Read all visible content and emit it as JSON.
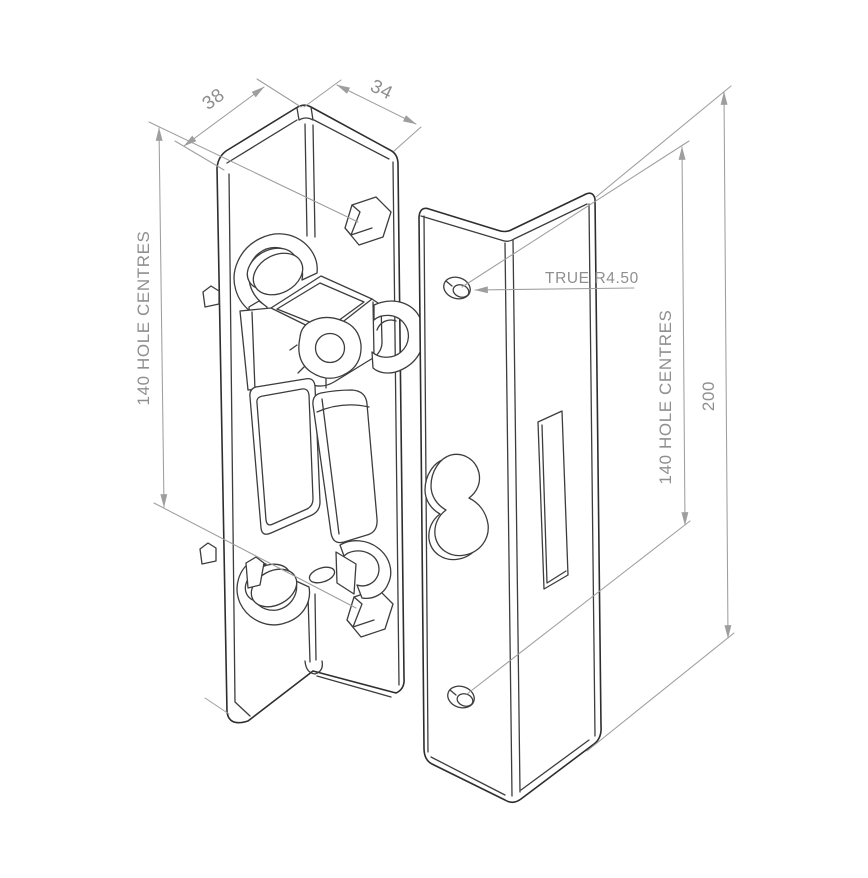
{
  "drawing": {
    "type": "isometric technical drawing",
    "subject": "two-part door latch keep set (latch body with angled bracket and angled keep plate)",
    "colors": {
      "background": "#ffffff",
      "part_line": "#3d3d3d",
      "dimension_line": "#9e9e9e",
      "dimension_text": "#8f8f8f"
    },
    "dimensions": {
      "left_flange_width": {
        "label": "38"
      },
      "right_flange_width": {
        "label": "34"
      },
      "left_hole_centres": {
        "label": "140 HOLE CENTRES"
      },
      "right_hole_centres": {
        "label": "140 HOLE CENTRES"
      },
      "plate_length": {
        "label": "200"
      },
      "radius_callout": {
        "label": "TRUE R4.50"
      }
    }
  }
}
